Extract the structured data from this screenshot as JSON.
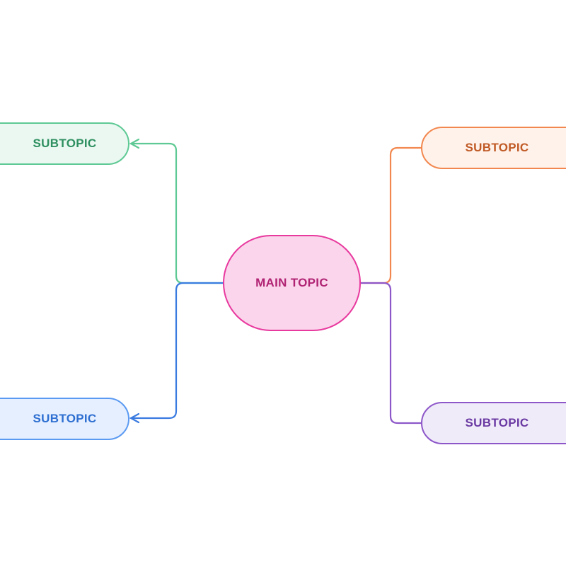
{
  "mindmap": {
    "main_topic": {
      "label": "MAIN TOPIC",
      "colors": {
        "fill": "#fbd5ec",
        "border": "#e8399e",
        "text": "#b02373"
      }
    },
    "subtopics": [
      {
        "id": "top-left",
        "label": "SUBTOPIC",
        "colors": {
          "fill": "#eaf8f1",
          "border": "#5ec994",
          "text": "#2e8f60"
        }
      },
      {
        "id": "top-right",
        "label": "SUBTOPIC",
        "colors": {
          "fill": "#fff2eb",
          "border": "#f2884f",
          "text": "#c05a25"
        }
      },
      {
        "id": "bottom-left",
        "label": "SUBTOPIC",
        "colors": {
          "fill": "#e6efff",
          "border": "#5b9af2",
          "text": "#2e6fd1"
        }
      },
      {
        "id": "bottom-right",
        "label": "SUBTOPIC",
        "colors": {
          "fill": "#f0ebf9",
          "border": "#8d57c9",
          "text": "#6a3aa3"
        }
      }
    ],
    "connector_colors": {
      "top-left": "#5ec994",
      "bottom-left": "#3a7be0",
      "top-right": "#f2884f",
      "bottom-right": "#8d57c9"
    }
  }
}
